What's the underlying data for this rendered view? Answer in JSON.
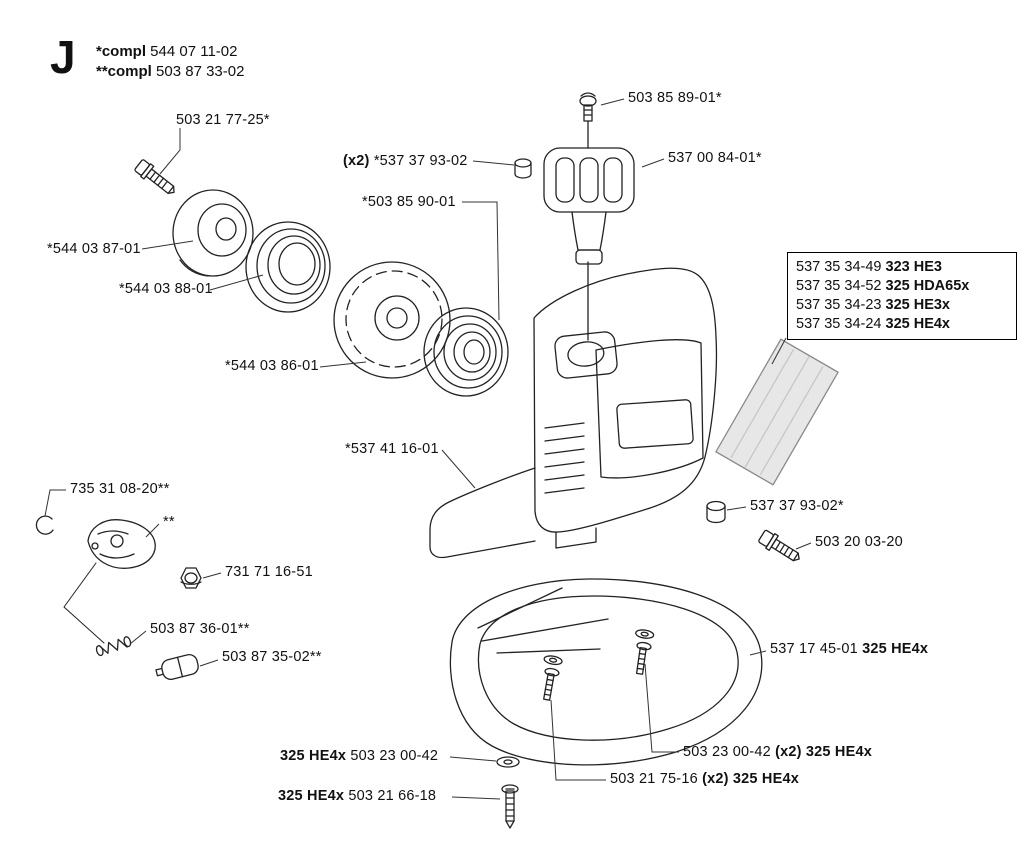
{
  "header": {
    "section_letter": "J",
    "compl_1_bold": "*compl",
    "compl_1_rest": " 544 07 11-02",
    "compl_2_bold": "**compl",
    "compl_2_rest": " 503 87 33-02"
  },
  "labels": [
    {
      "pre": "503 21 77-25*"
    },
    {
      "pre": "*544 03 87-01"
    },
    {
      "pre": "*544 03 88-01"
    },
    {
      "pre": "*544 03 86-01"
    },
    {
      "pre": "503 85 89-01*"
    },
    {
      "bold": "(x2)",
      "post": " *537 37 93-02"
    },
    {
      "pre": "*503 85 90-01"
    },
    {
      "pre": "537 00 84-01*"
    },
    {
      "pre": "*537 41 16-01"
    },
    {
      "pre": "537 37 93-02*"
    },
    {
      "pre": "503 20 03-20"
    },
    {
      "pre": "735 31 08-20**"
    },
    {
      "pre": "**"
    },
    {
      "pre": "731 71 16-51"
    },
    {
      "pre": "503 87 36-01**"
    },
    {
      "pre": "503 87 35-02**"
    },
    {
      "pre": "537 17 45-01 ",
      "bold": "325 HE4x"
    },
    {
      "bold": "325 HE4x",
      "post": " 503 23 00-42"
    },
    {
      "bold": "325 HE4x",
      "post": " 503 21 66-18"
    },
    {
      "pre": "503 23 00-42 ",
      "bold": "(x2) 325 HE4x"
    },
    {
      "pre": "503 21 75-16 ",
      "bold": "(x2) 325 HE4x"
    }
  ],
  "ref_box": {
    "lines": [
      {
        "pre": "537 35 34-49 ",
        "bold": "323 HE3"
      },
      {
        "pre": "537 35 34-52 ",
        "bold": "325 HDA65x"
      },
      {
        "pre": "537 35 34-23 ",
        "bold": "325 HE3x"
      },
      {
        "pre": "537 35 34-24 ",
        "bold": "325 HE4x"
      }
    ]
  }
}
